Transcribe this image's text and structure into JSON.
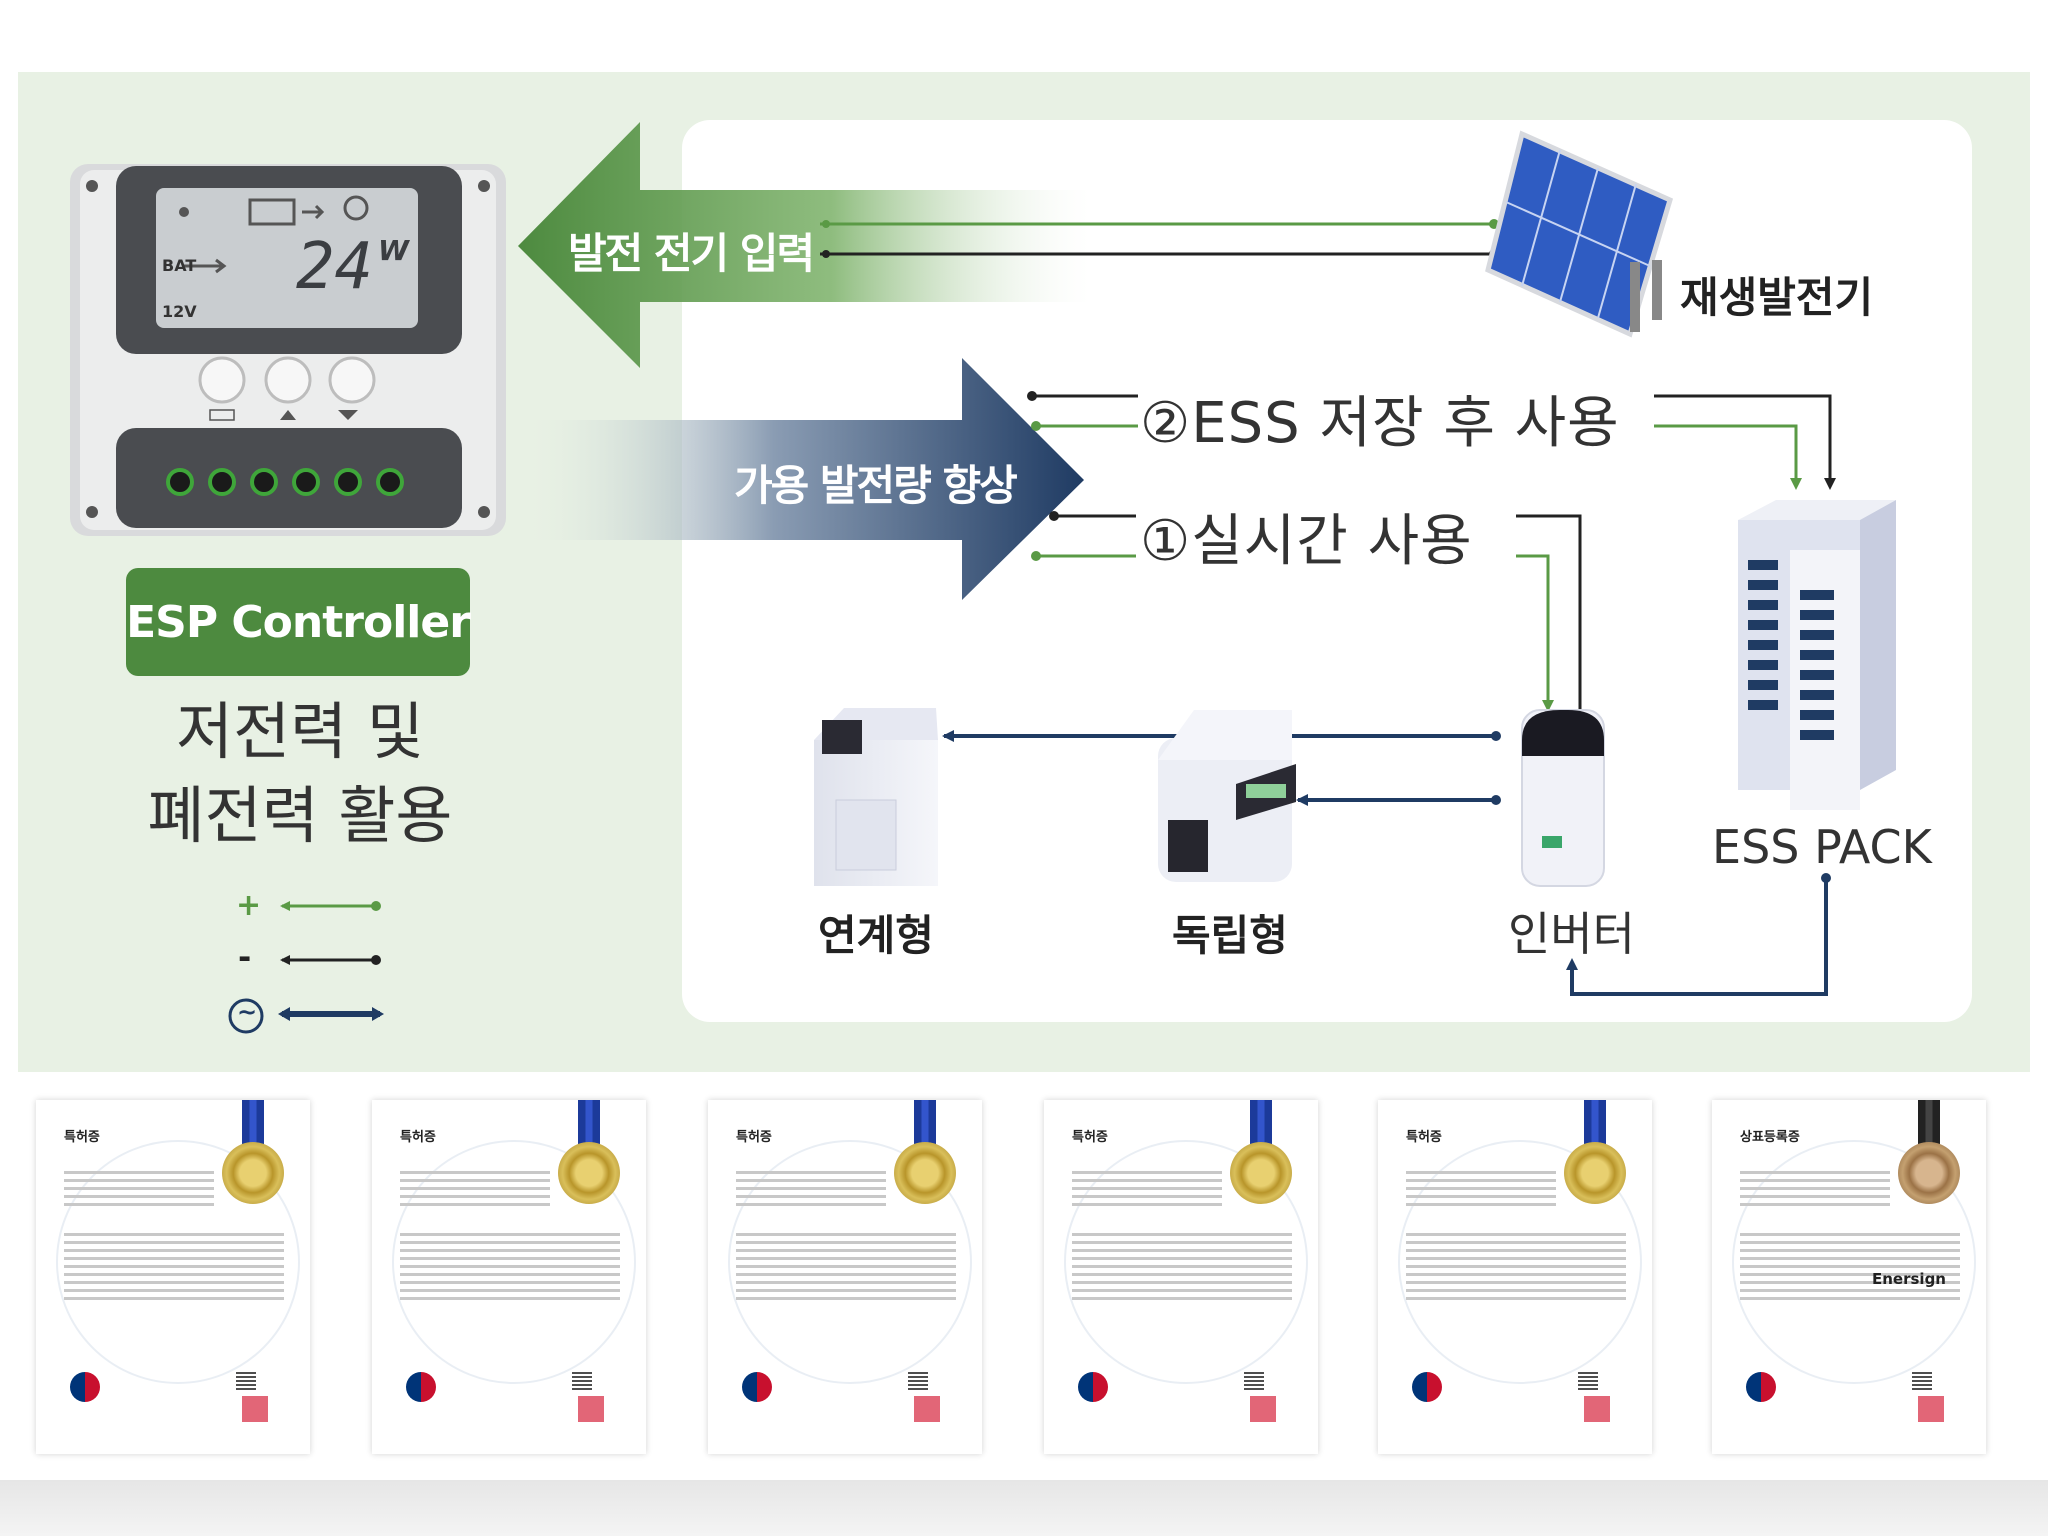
{
  "controller": {
    "lcd_bat": "BAT",
    "lcd_voltage": "12V",
    "lcd_power": "24",
    "lcd_unit": "W",
    "badge": "ESP Controller",
    "desc_line1": "저전력 및",
    "desc_line2": "폐전력 활용"
  },
  "legend": [
    {
      "symbol": "+",
      "color": "#5a9a45"
    },
    {
      "symbol": "-",
      "color": "#222222"
    },
    {
      "symbol": "~",
      "color": "#1f3b63"
    }
  ],
  "arrows": {
    "input": "발전 전기 입력",
    "improve": "가용 발전량 향상"
  },
  "flows": {
    "ess_store": "②ESS 저장 후 사용",
    "realtime": "①실시간 사용"
  },
  "devices": {
    "solar": "재생발전기",
    "ess": "ESS PACK",
    "inverter": "인버터",
    "grid": "연계형",
    "standalone": "독립형"
  },
  "certificates": [
    {
      "title": "특허증",
      "brand": "",
      "ribbon": "blue"
    },
    {
      "title": "특허증",
      "brand": "",
      "ribbon": "blue"
    },
    {
      "title": "특허증",
      "brand": "",
      "ribbon": "blue"
    },
    {
      "title": "특허증",
      "brand": "",
      "ribbon": "blue"
    },
    {
      "title": "특허증",
      "brand": "",
      "ribbon": "blue"
    },
    {
      "title": "상표등록증",
      "brand": "Enersign",
      "ribbon": "black"
    }
  ],
  "colors": {
    "panel_bg": "#e8f1e4",
    "green": "#4d8a3f",
    "navy": "#1f3b63"
  }
}
